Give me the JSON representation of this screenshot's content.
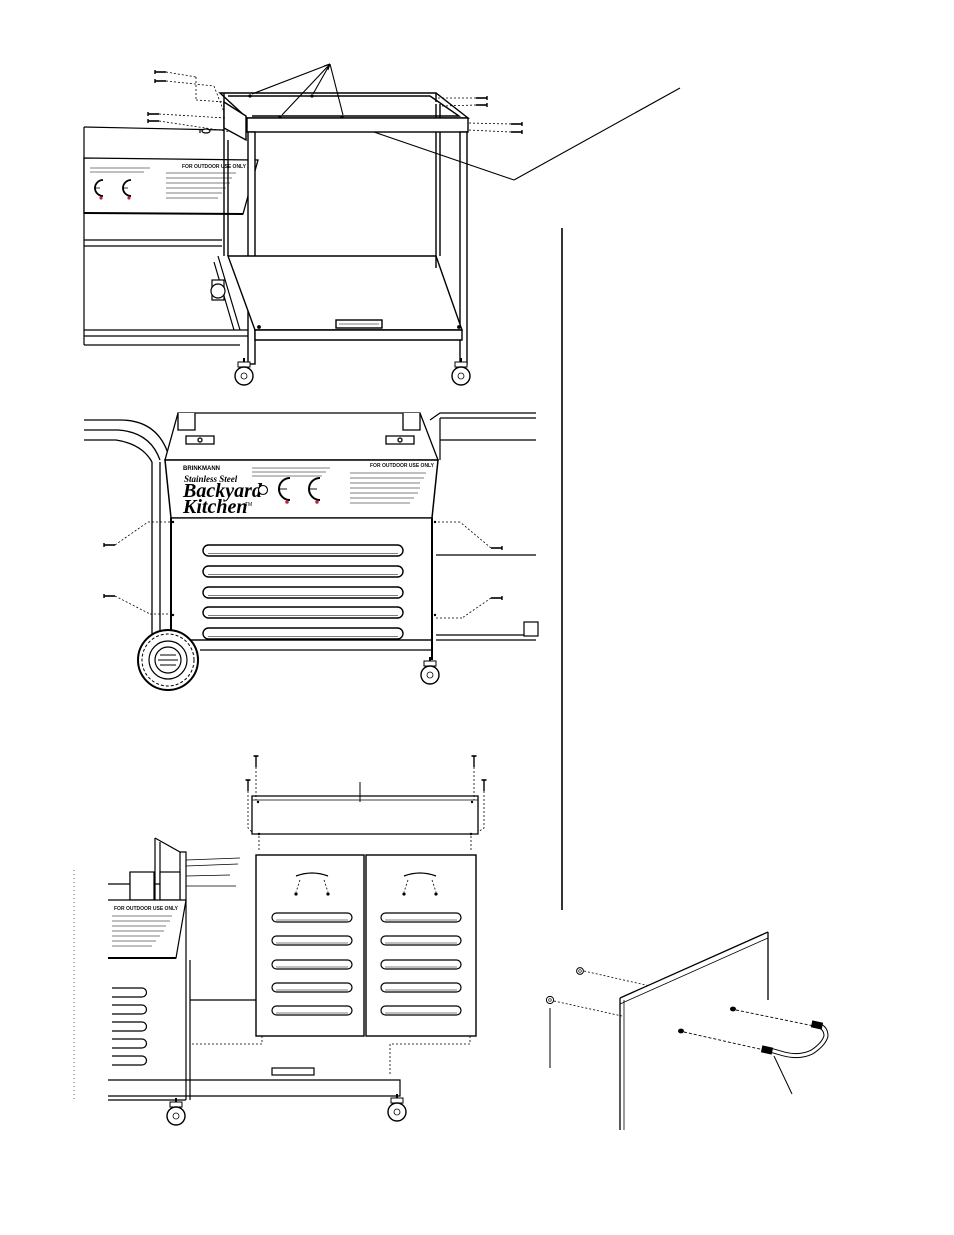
{
  "labels": {
    "warning_panel": "FOR OUTDOOR USE ONLY",
    "brand_maker": "BRINKMANN",
    "brand_line": "Stainless Steel",
    "brand_title_1": "Backyard",
    "brand_title_2": "Kitchen",
    "brand_tm": "TM"
  },
  "colors": {
    "ink": "#000000",
    "knob_red": "#c2243a",
    "paper": "#ffffff"
  }
}
